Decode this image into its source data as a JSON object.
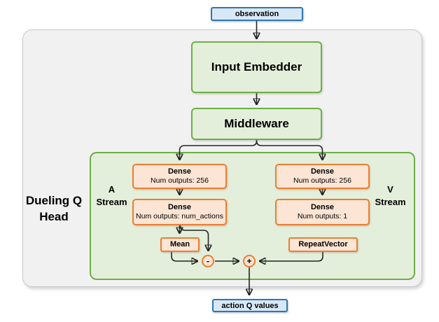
{
  "diagram": {
    "nodes": {
      "observation": {
        "label": "observation"
      },
      "input_embedder": {
        "label": "Input Embedder"
      },
      "middleware": {
        "label": "Middleware"
      },
      "action_q_values": {
        "label": "action Q values"
      }
    },
    "dueling_head": {
      "title": "Dueling Q Head",
      "a_stream": {
        "label": "A Stream",
        "nodes": [
          {
            "title": "Dense",
            "detail": "Num outputs: 256"
          },
          {
            "title": "Dense",
            "detail": "Num outputs: num_actions"
          },
          {
            "title": "Mean"
          }
        ]
      },
      "v_stream": {
        "label": "V Stream",
        "nodes": [
          {
            "title": "Dense",
            "detail": "Num outputs: 256"
          },
          {
            "title": "Dense",
            "detail": "Num outputs: 1"
          },
          {
            "title": "RepeatVector"
          }
        ]
      },
      "operators": {
        "subtract": "-",
        "add": "+"
      }
    },
    "colors": {
      "blue_border": "#2E75B6",
      "blue_fill": "#D9E8F6",
      "green_border": "#70AD47",
      "green_fill": "#E4EFDB",
      "orange_border": "#ED7D31",
      "orange_fill": "#FCE5D4",
      "container_fill": "#F1F1F2",
      "container_border": "#C7C9CB",
      "arrow": "#232323"
    }
  }
}
